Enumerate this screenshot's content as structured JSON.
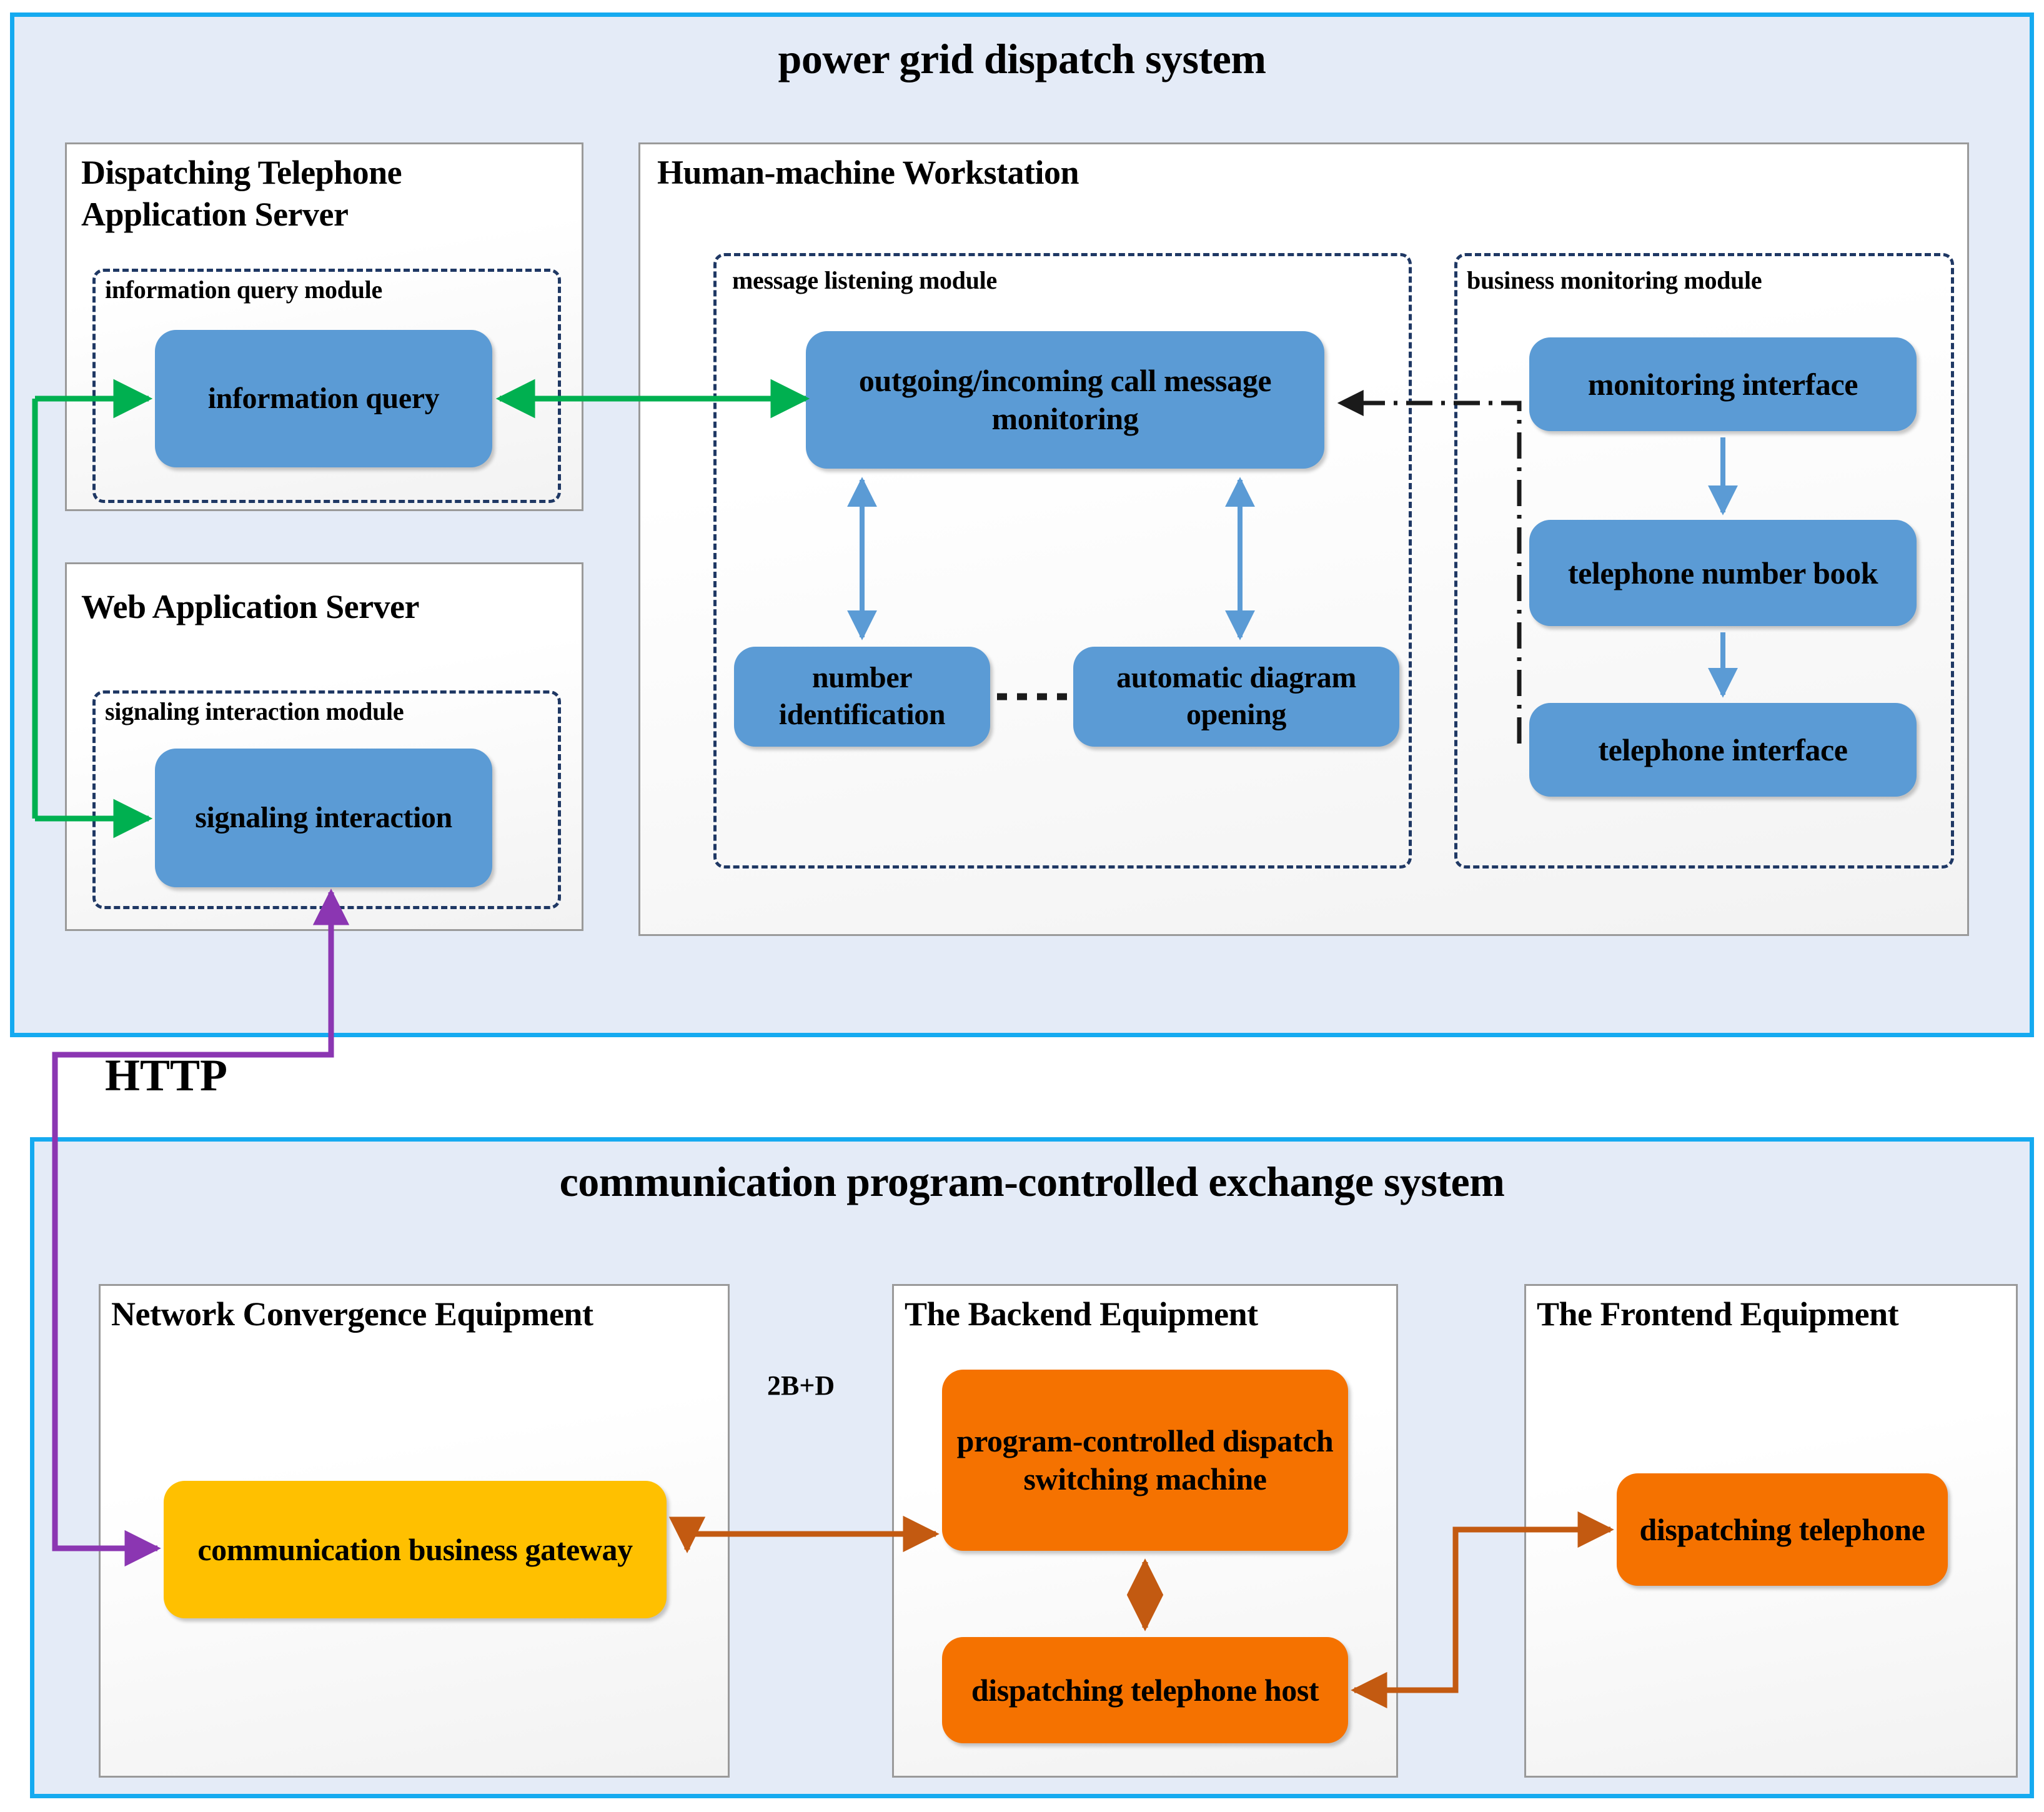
{
  "systems": {
    "top": {
      "title": "power grid dispatch system"
    },
    "bottom": {
      "title": "communication program-controlled exchange system"
    }
  },
  "panels": {
    "dispatch_app_server": {
      "title_line1": "Dispatching Telephone",
      "title_line2": "Application Server",
      "module_label": "information query module",
      "node": "information query"
    },
    "web_app_server": {
      "title": "Web Application Server",
      "module_label": "signaling interaction module",
      "node": "signaling interaction"
    },
    "workstation": {
      "title": "Human-machine Workstation",
      "message_module": {
        "label": "message listening module",
        "nodes": [
          "outgoing/incoming call message monitoring",
          "number identification",
          "automatic diagram opening"
        ]
      },
      "business_module": {
        "label": "business monitoring module",
        "nodes": [
          "monitoring interface",
          "telephone number book",
          "telephone  interface"
        ]
      }
    },
    "network_convergence": {
      "title": "Network Convergence Equipment",
      "node": "communication business gateway"
    },
    "backend": {
      "title": "The Backend Equipment",
      "nodes": [
        "program-controlled dispatch switching machine",
        "dispatching telephone host"
      ]
    },
    "frontend": {
      "title": "The Frontend Equipment",
      "node": "dispatching telephone"
    }
  },
  "edge_labels": {
    "http": "HTTP",
    "twobd": "2B+D"
  },
  "colors": {
    "system_border": "#15aaf0",
    "system_fill": "#e4ebf7",
    "node_blue": "#5b9bd5",
    "node_orange": "#f57200",
    "node_yellow": "#ffc000",
    "module_dash": "#1f3864",
    "wire_green": "#00b050",
    "wire_purple": "#8b36b2",
    "wire_orange": "#c35a11",
    "wire_blue": "#5b9bd5",
    "wire_black": "#1a1a1a"
  }
}
